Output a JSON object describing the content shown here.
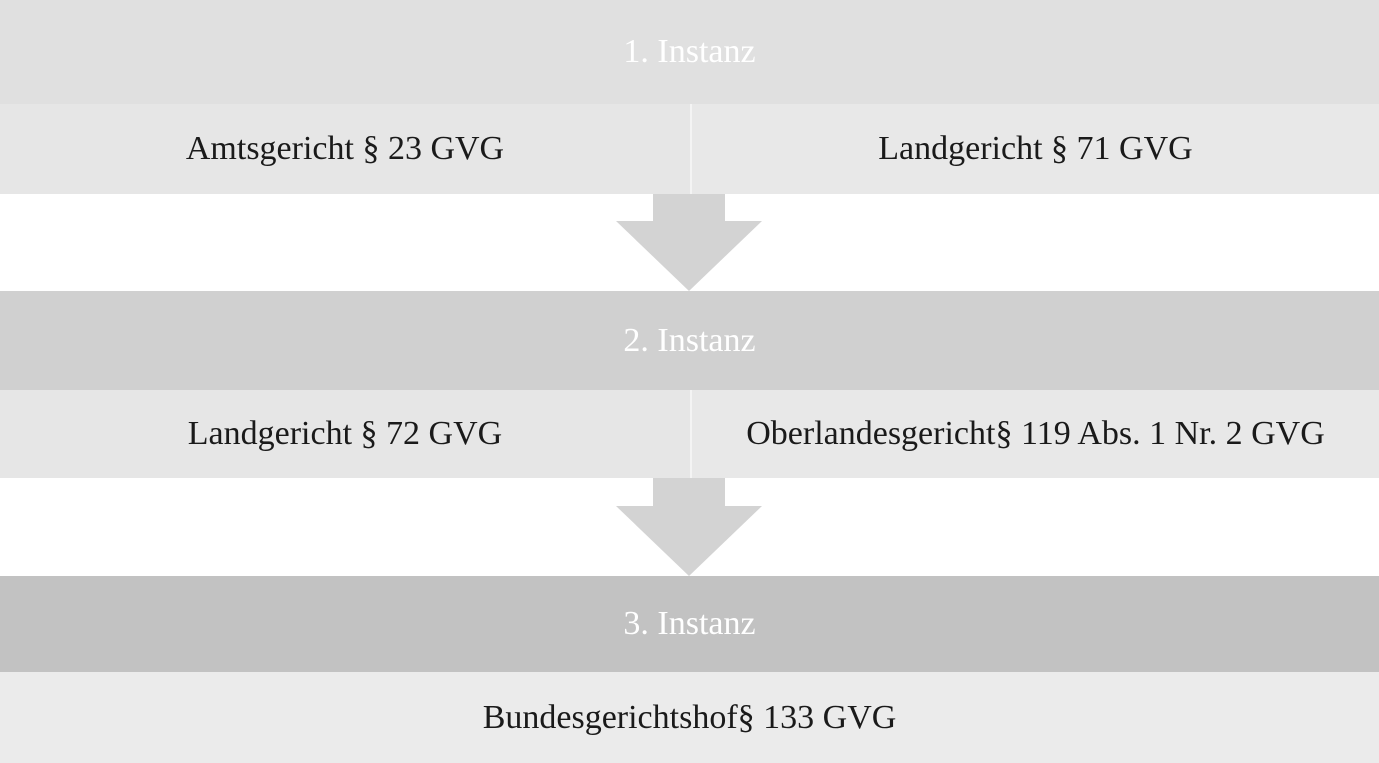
{
  "instances": [
    {
      "title": "1. Instanz",
      "courts": [
        "Amtsgericht § 23 GVG",
        "Landgericht § 71 GVG"
      ]
    },
    {
      "title": "2. Instanz",
      "courts": [
        "Landgericht § 72 GVG",
        "Oberlandesgericht§ 119 Abs. 1 Nr. 2 GVG"
      ]
    },
    {
      "title": "3. Instanz",
      "courts": [
        "Bundesgerichtshof§ 133 GVG"
      ]
    }
  ],
  "colors": {
    "band_1": "#e0e0e0",
    "band_2": "#d0d0d0",
    "band_3": "#c2c2c2",
    "court_cell": "#e6e6e6",
    "arrow": "#d3d3d3",
    "title_text": "#ffffff",
    "court_text": "#1a1a1a"
  }
}
